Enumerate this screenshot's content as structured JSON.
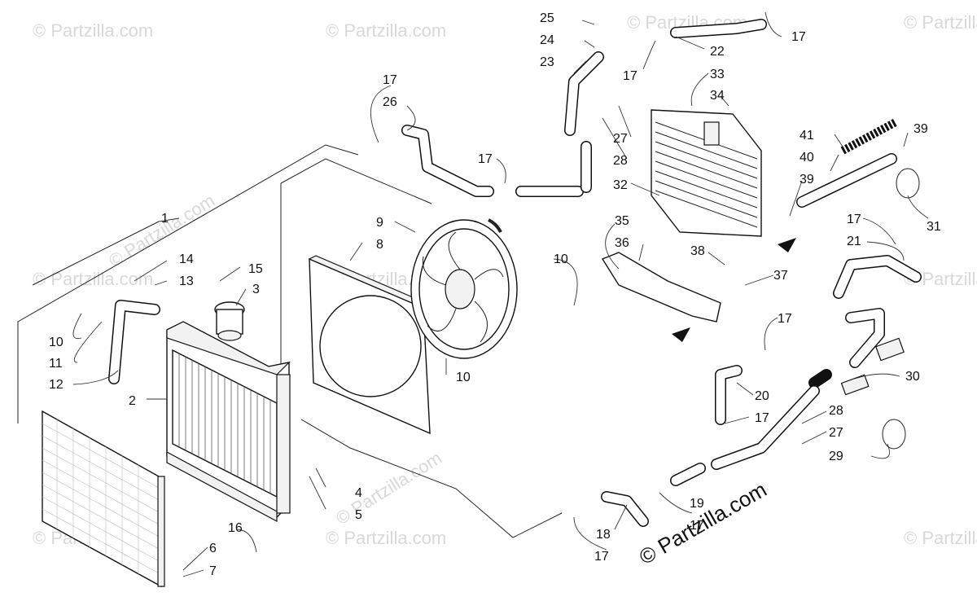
{
  "watermark": {
    "text": "© Partzilla.com",
    "center_text": "© Partzilla.com"
  },
  "callouts": [
    "1",
    "2",
    "3",
    "4",
    "5",
    "6",
    "7",
    "8",
    "9",
    "10",
    "10",
    "10",
    "10",
    "11",
    "12",
    "13",
    "14",
    "15",
    "16",
    "17",
    "17",
    "17",
    "17",
    "17",
    "17",
    "17",
    "17",
    "17",
    "17",
    "18",
    "19",
    "20",
    "21",
    "22",
    "23",
    "24",
    "25",
    "26",
    "27",
    "27",
    "28",
    "28",
    "29",
    "30",
    "31",
    "32",
    "33",
    "34",
    "35",
    "36",
    "37",
    "38",
    "39",
    "39",
    "40",
    "41"
  ]
}
